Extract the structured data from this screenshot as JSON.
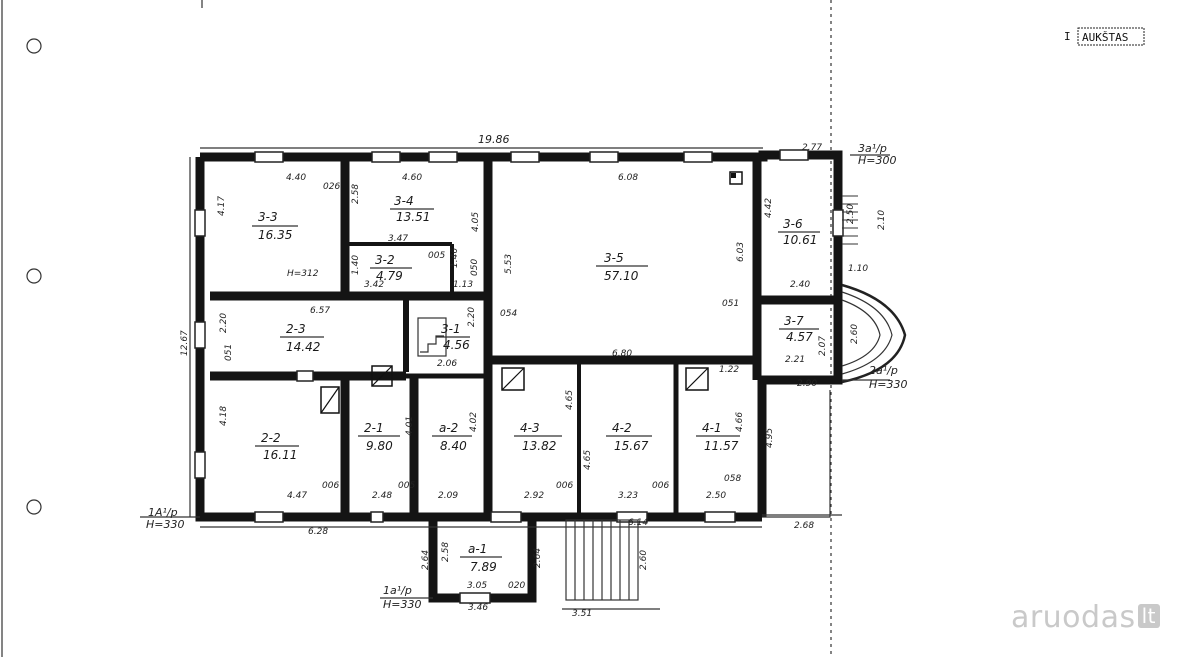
{
  "header": {
    "floor_prefix": "I",
    "floor_label": "AUKŠTAS"
  },
  "rooms": [
    {
      "id": "3-3",
      "area": "16.35"
    },
    {
      "id": "3-4",
      "area": "13.51"
    },
    {
      "id": "3-2",
      "area": "4.79"
    },
    {
      "id": "3-5",
      "area": "57.10"
    },
    {
      "id": "3-6",
      "area": "10.61"
    },
    {
      "id": "3-7",
      "area": "4.57"
    },
    {
      "id": "2-3",
      "area": "14.42"
    },
    {
      "id": "3-1",
      "area": "4.56"
    },
    {
      "id": "2-2",
      "area": "16.11"
    },
    {
      "id": "2-1",
      "area": "9.80"
    },
    {
      "id": "a-2",
      "area": "8.40"
    },
    {
      "id": "4-3",
      "area": "13.82"
    },
    {
      "id": "4-2",
      "area": "15.67"
    },
    {
      "id": "4-1",
      "area": "11.57"
    },
    {
      "id": "a-1",
      "area": "7.89"
    }
  ],
  "dimensions": {
    "overall_width": "19.86",
    "d_277": "2.77",
    "d_440": "4.40",
    "d_026": "026",
    "d_460": "4.60",
    "d_608": "6.08",
    "d_417": "4.17",
    "d_258": "2.58",
    "d_405": "4.05",
    "d_347": "3.47",
    "d_140": "1.40",
    "d_005": "005",
    "d_146": "1.46",
    "d_050": "050",
    "d_553": "5.53",
    "d_603": "6.03",
    "d_342": "3.42",
    "d_113": "1.13",
    "d_h312": "H=312",
    "d_442": "4.42",
    "d_250": "2.50",
    "d_210": "2.10",
    "d_110": "1.10",
    "d_240": "2.40",
    "d_657": "6.57",
    "d_220a": "2.20",
    "d_220b": "2.20",
    "d_054": "054",
    "d_051a": "051",
    "d_051b": "051",
    "d_1267": "12.67",
    "d_206": "2.06",
    "d_680": "6.80",
    "d_207": "2.07",
    "d_221": "2.21",
    "d_260b": "2.60",
    "d_122": "1.22",
    "d_290": "2.90",
    "d_418": "4.18",
    "d_401": "4.01",
    "d_402": "4.02",
    "d_465a": "4.65",
    "d_465b": "4.65",
    "d_466": "4.66",
    "d_495": "4.95",
    "d_447": "4.47",
    "d_006a": "006",
    "d_248": "2.48",
    "d_005b": "005",
    "d_209": "2.09",
    "d_292": "2.92",
    "d_006b": "006",
    "d_323": "3.23",
    "d_006c": "006",
    "d_250b": "2.50",
    "d_058": "058",
    "d_628": "6.28",
    "d_614": "6.14",
    "d_268": "2.68",
    "d_264a": "2.64",
    "d_258b": "2.58",
    "d_264b": "2.64",
    "d_260": "2.60",
    "d_305": "3.05",
    "d_020": "020",
    "d_346": "3.46",
    "d_351": "3.51"
  },
  "entrances": {
    "e1_label": "1A¹/p",
    "e1_h": "H=330",
    "e2_label": "1a¹/p",
    "e2_h": "H=330",
    "e3_label": "2a¹/p",
    "e3_h": "H=330",
    "e4_label": "3a¹/p",
    "e4_h": "H=300"
  },
  "watermark": {
    "brand": "aruodas",
    "tld": "lt"
  }
}
